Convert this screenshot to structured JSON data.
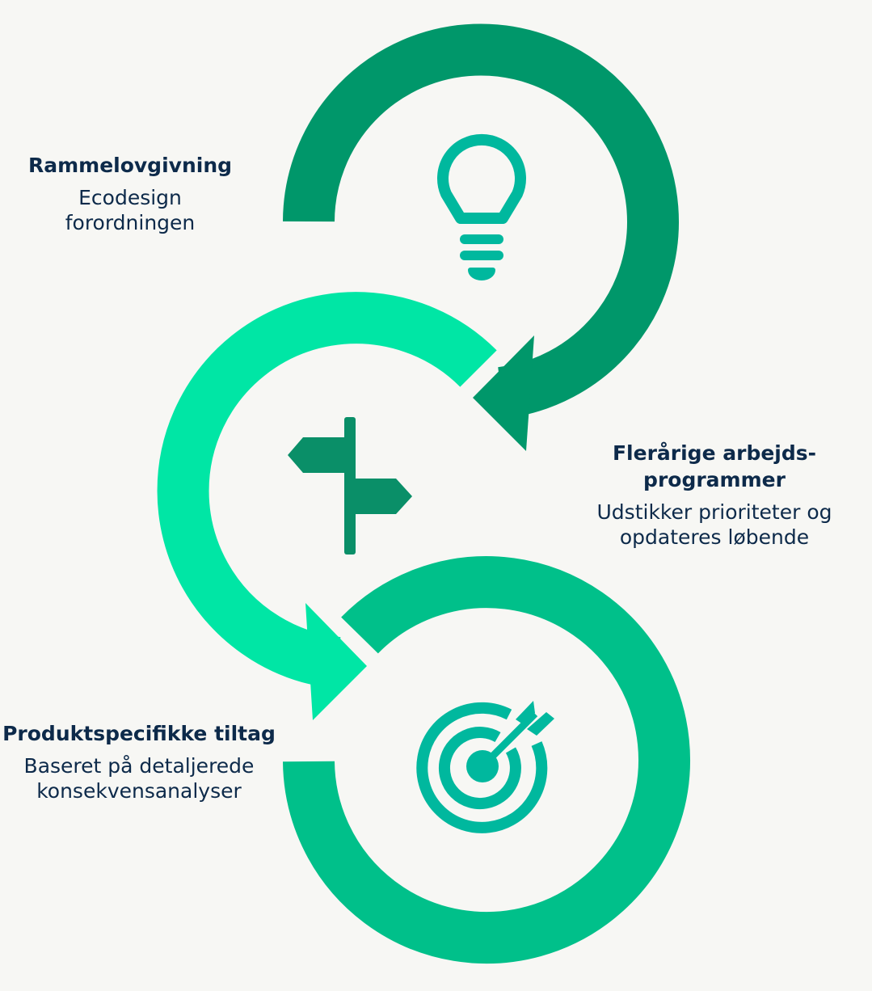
{
  "colors": {
    "background": "#f7f7f4",
    "text": "#0d2a4a",
    "dark_green": "#00976a",
    "mint_green": "#00e6a5",
    "mid_green": "#00c08a",
    "teal_icon": "#00b89e",
    "signpost_icon": "#0a8f68"
  },
  "steps": [
    {
      "title": "Rammelovgivning",
      "description": "Ecodesign\nforordningen",
      "icon": "lightbulb-icon"
    },
    {
      "title": "Flerårige arbejds-\nprogrammer",
      "description": "Udstikker prioriteter og\nopdateres løbende",
      "icon": "signpost-icon"
    },
    {
      "title": "Produktspecifikke tiltag",
      "description": "Baseret på detaljerede\nkonsekvensanalyser",
      "icon": "target-icon"
    }
  ]
}
